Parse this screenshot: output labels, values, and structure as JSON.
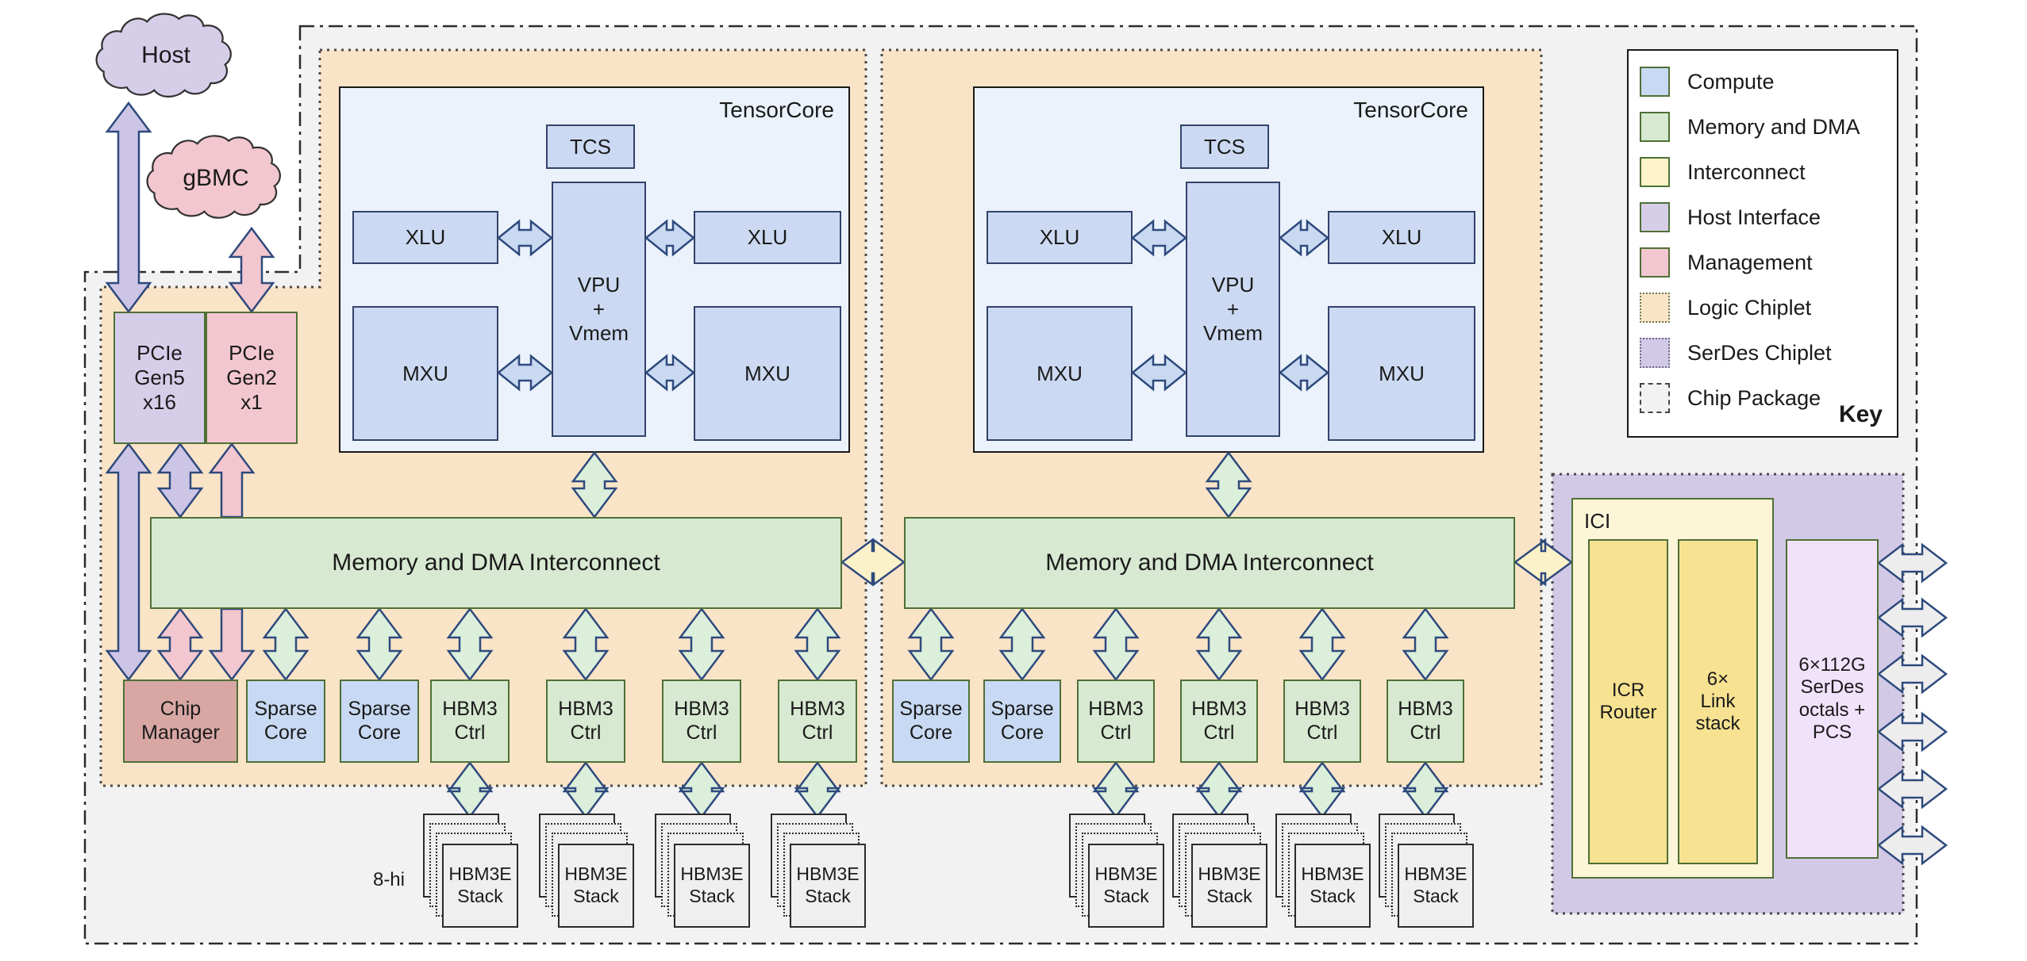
{
  "clouds": {
    "host": "Host",
    "gbmc": "gBMC"
  },
  "host_interface": {
    "pcie_gen5": "PCIe\nGen5\nx16",
    "pcie_gen2": "PCIe\nGen2\nx1"
  },
  "tensorcore": {
    "label": "TensorCore",
    "tcs": "TCS",
    "xlu": "XLU",
    "vpu": "VPU\n+\nVmem",
    "mxu": "MXU"
  },
  "interconnect_bar": "Memory and DMA Interconnect",
  "components": {
    "chip_manager": "Chip\nManager",
    "sparse_core": "Sparse\nCore",
    "hbm3_ctrl": "HBM3\nCtrl"
  },
  "hbm": {
    "stack": "HBM3E\nStack",
    "height_label": "8-hi"
  },
  "ici": {
    "label": "ICI",
    "icr_router": "ICR\nRouter",
    "link_stack": "6×\nLink\nstack",
    "serdes": "6×112G\nSerDes\noctals +\nPCS"
  },
  "key": {
    "title": "Key",
    "items": [
      {
        "label": "Compute"
      },
      {
        "label": "Memory and DMA"
      },
      {
        "label": "Interconnect"
      },
      {
        "label": "Host Interface"
      },
      {
        "label": "Management"
      },
      {
        "label": "Logic Chiplet"
      },
      {
        "label": "SerDes Chiplet"
      },
      {
        "label": "Chip Package"
      }
    ]
  },
  "palette": {
    "compute": "#c8d9f3",
    "memory": "#d7e9d1",
    "interconnect": "#fdf2c8",
    "host": "#d6cee9",
    "management": "#f3c7cf",
    "chip_manager": "#d8a7a4",
    "logic_chiplet": "#fae4c8",
    "serdes_chiplet": "#d2c9e6",
    "package": "#f2f2f2",
    "tensorcore_bg": "#ebf2fc",
    "tc_box": "#ccd9f2",
    "ici_outer": "#fcf5d7",
    "ici_inner": "#f6e291",
    "serdes_box": "#f1e2fb",
    "stack": "#efefef",
    "border_green": "#4f7036",
    "border_blue": "#32436b",
    "arrow_outline": "#2e4a7d",
    "arrow_host": "#cdc5e6",
    "arrow_mgmt": "#f3c7cf",
    "arrow_mem": "#dcefdb",
    "arrow_ici": "#fbf2c9",
    "arrow_serdes": "#ededed",
    "arrow_compute": "#c9d9f2"
  }
}
